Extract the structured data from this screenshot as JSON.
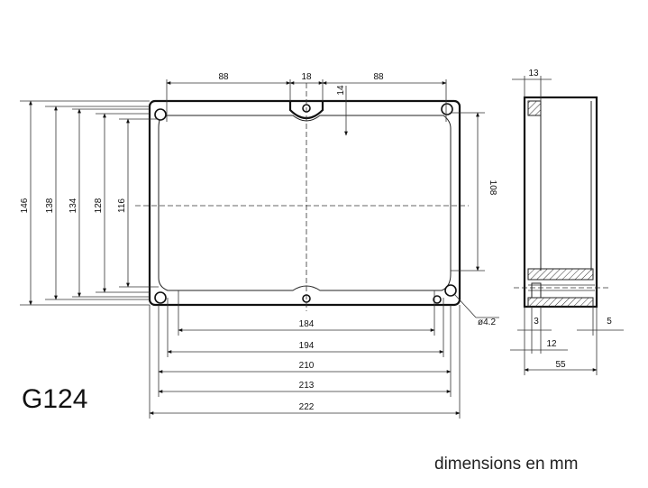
{
  "model": "G124",
  "units_note": "dimensions en mm",
  "top_view": {
    "top_dims": [
      "88",
      "18",
      "88"
    ],
    "small_dim_vertical": "14",
    "left_dims": [
      "146",
      "138",
      "134",
      "128",
      "116"
    ],
    "right_dim": "108",
    "bottom_dims": [
      "184",
      "194",
      "210",
      "213",
      "222"
    ],
    "hole_label": "ø4.2"
  },
  "side_view": {
    "top_dim": "13",
    "bottom_small_dims": [
      "3",
      "12",
      "5"
    ],
    "depth_dim": "55"
  }
}
